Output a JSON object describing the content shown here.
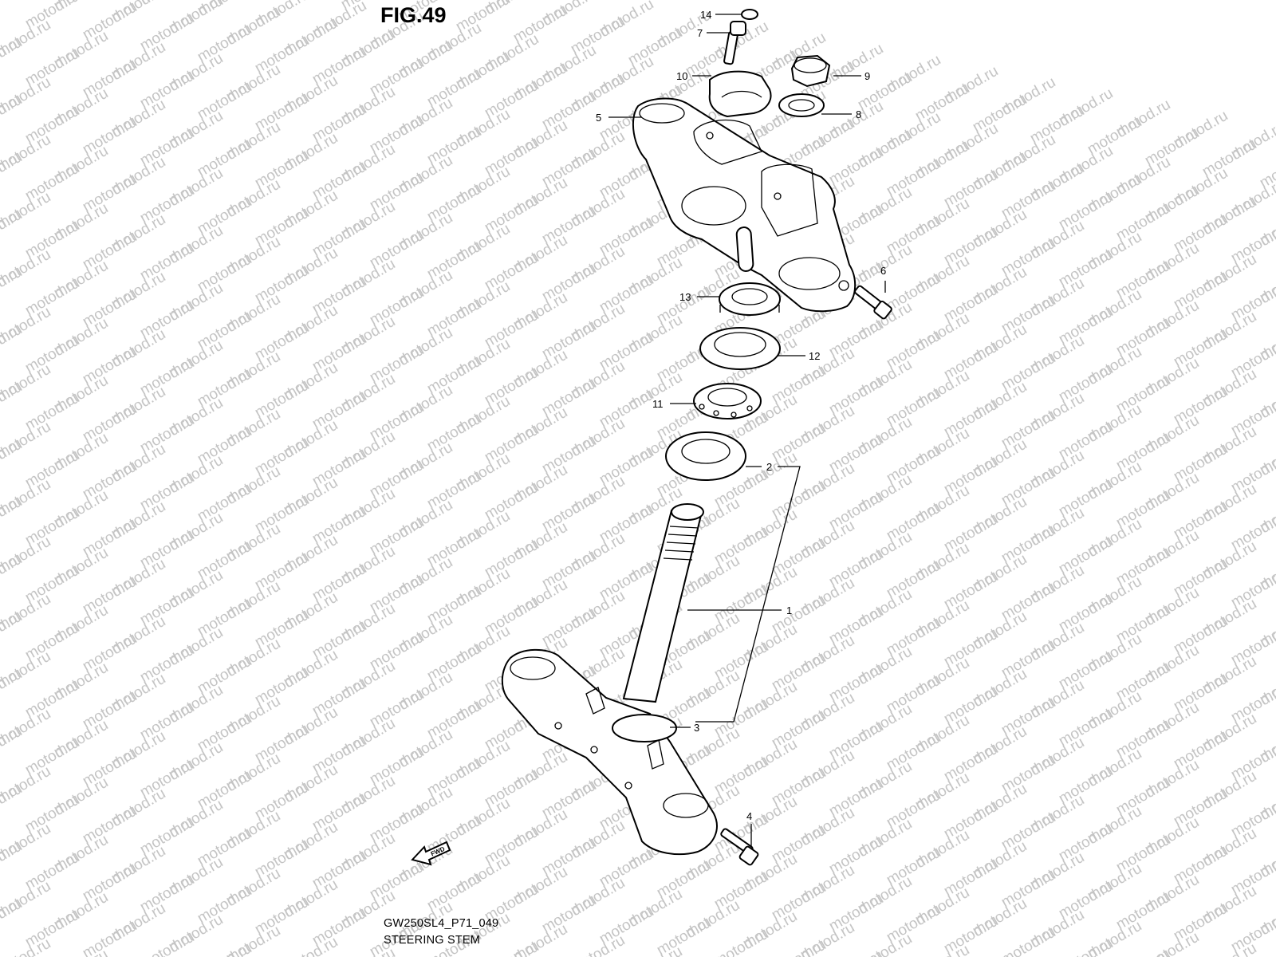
{
  "figure": {
    "title": "FIG.49",
    "code": "GW250SL4_P71_049",
    "name": "STEERING STEM"
  },
  "watermark_text": "motod.ru",
  "forward_arrow_label": "FWD",
  "callouts": [
    {
      "id": "1",
      "label": "1"
    },
    {
      "id": "2",
      "label": "2"
    },
    {
      "id": "3",
      "label": "3"
    },
    {
      "id": "4",
      "label": "4"
    },
    {
      "id": "5",
      "label": "5"
    },
    {
      "id": "6",
      "label": "6"
    },
    {
      "id": "7",
      "label": "7"
    },
    {
      "id": "8",
      "label": "8"
    },
    {
      "id": "9",
      "label": "9"
    },
    {
      "id": "10",
      "label": "10"
    },
    {
      "id": "11",
      "label": "11"
    },
    {
      "id": "12",
      "label": "12"
    },
    {
      "id": "13",
      "label": "13"
    },
    {
      "id": "14",
      "label": "14"
    }
  ],
  "colors": {
    "line": "#000000",
    "background": "#ffffff",
    "watermark": "#c4c4c4"
  }
}
